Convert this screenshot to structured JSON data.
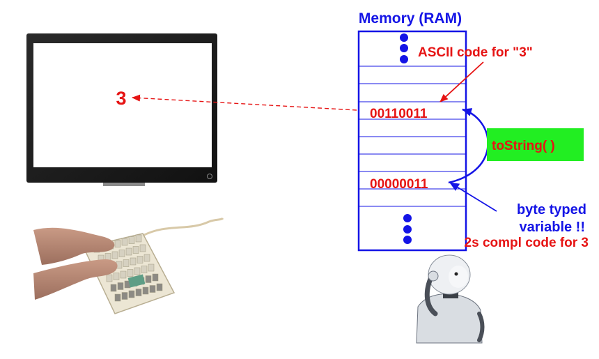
{
  "memory": {
    "title": "Memory (RAM)",
    "ascii_value": "00110011",
    "byte_value": "00000011"
  },
  "screen": {
    "digit": "3"
  },
  "annotations": {
    "ascii_code": "ASCII code for \"3\"",
    "to_string": "toString( )",
    "byte_typed_line1": "byte typed",
    "byte_typed_line2": "variable !!",
    "twos_compl": "2s compl code for 3"
  },
  "colors": {
    "blue": "#1414e6",
    "red": "#e61414",
    "green": "#22ee22"
  }
}
